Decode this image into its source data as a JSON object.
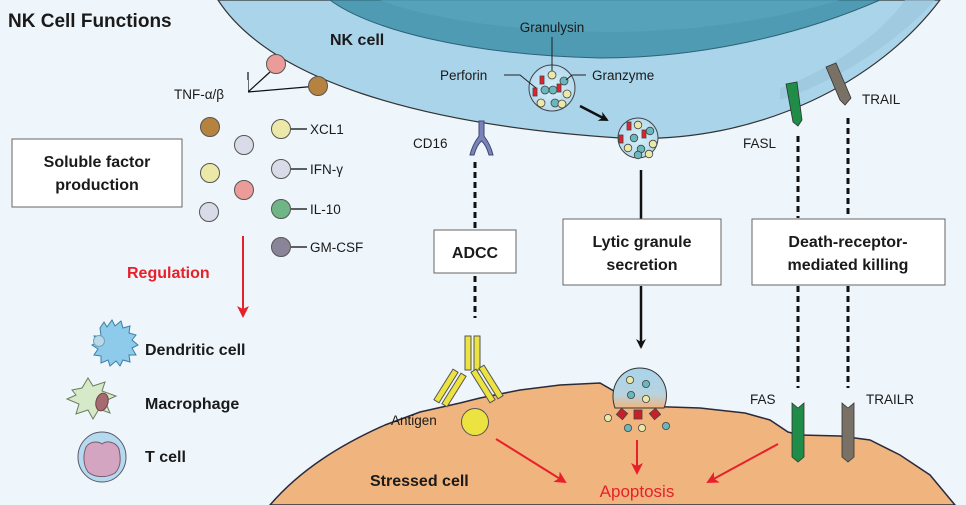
{
  "title": "NK Cell Functions",
  "nk_cell_label": "NK cell",
  "stressed_cell_label": "Stressed cell",
  "granule_labels": {
    "granulysin": "Granulysin",
    "perforin": "Perforin",
    "granzyme": "Granzyme"
  },
  "soluble": {
    "box_line1": "Soluble factor",
    "box_line2": "production",
    "tnf_label": "TNF-α/β",
    "legend": [
      {
        "label": "XCL1",
        "color": "#ece8a8"
      },
      {
        "label": "IFN-γ",
        "color": "#d9dbe8"
      },
      {
        "label": "IL-10",
        "color": "#6fb585"
      },
      {
        "label": "GM-CSF",
        "color": "#8a8499"
      }
    ],
    "regulation_label": "Regulation",
    "targets": [
      {
        "label": "Dendritic cell",
        "icon": "dendritic-cell-icon"
      },
      {
        "label": "Macrophage",
        "icon": "macrophage-icon"
      },
      {
        "label": "T cell",
        "icon": "t-cell-icon"
      }
    ]
  },
  "adcc": {
    "box_label": "ADCC",
    "cd16_label": "CD16",
    "antigen_label": "Antigen"
  },
  "lytic": {
    "box_line1": "Lytic granule",
    "box_line2": "secretion"
  },
  "death_receptor": {
    "box_line1": "Death-receptor-",
    "box_line2": "mediated killing",
    "fasl_label": "FASL",
    "trail_label": "TRAIL",
    "fas_label": "FAS",
    "trailr_label": "TRAILR"
  },
  "outcome_label": "Apoptosis",
  "colors": {
    "background": "#eef5fb",
    "nk_cytoplasm": "#a9d4ea",
    "nk_nucleus": "#4f9bb3",
    "stressed_cell": "#f0b47f",
    "accent_red": "#e8202a",
    "fasl_green": "#1f8c47",
    "trail_gray": "#7a7166",
    "antibody_yellow": "#ece240",
    "tnf_pink": "#eb9c98",
    "tnf_brown": "#b5833f"
  }
}
